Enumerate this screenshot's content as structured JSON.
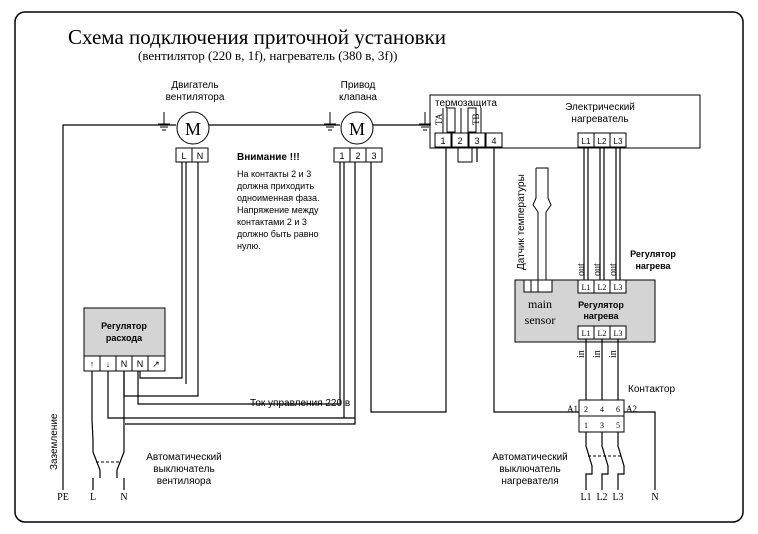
{
  "title": "Схема подключения приточной установки",
  "subtitle": "(вентилятор (220 в, 1f), нагреватель (380 в, 3f))",
  "fan_motor": {
    "label_line1": "Двигатель",
    "label_line2": "вентилятора",
    "symbol": "M",
    "terminals": [
      "L",
      "N"
    ]
  },
  "valve_drive": {
    "label_line1": "Привод",
    "label_line2": "клапана",
    "symbol": "M",
    "terminals": [
      "1",
      "2",
      "3"
    ]
  },
  "heater": {
    "thermo_label": "термозащита",
    "label_line1": "Электрический",
    "label_line2": "нагреватель",
    "terminals": [
      "1",
      "2",
      "3",
      "4"
    ],
    "tk_a": "ТА",
    "tk_b": "ТВ",
    "phase_terminals": [
      "L1",
      "L2",
      "L3"
    ]
  },
  "warning": {
    "heading": "Внимание !!!",
    "lines": [
      "На контакты 2 и 3",
      "должна приходить",
      "одноименная фаза.",
      "Напряжение между",
      "контактами 2 и 3",
      "должно быть равно",
      "нулю."
    ]
  },
  "flow_regulator": {
    "label_line1": "Регулятор",
    "label_line2": "расхода",
    "terminals": [
      "↑",
      "↓",
      "N",
      "N",
      "↗"
    ]
  },
  "temp_sensor": {
    "label": "Датчик температуры"
  },
  "heat_regulator": {
    "side_label_line1": "Регулятор",
    "side_label_line2": "нагрева",
    "label_line1": "Регулятор",
    "label_line2": "нагрева",
    "main_sensor_line1": "main",
    "main_sensor_line2": "sensor",
    "out_terminals": [
      "L1",
      "L2",
      "L3"
    ],
    "in_terminals": [
      "L1",
      "L2",
      "L3"
    ],
    "out_label": "out",
    "in_label": "in"
  },
  "control_current": "Ток управления 220 в",
  "contactor": {
    "label": "Контактор",
    "a1": "A1",
    "a2": "A2",
    "top_terminals": [
      "2",
      "4",
      "6"
    ],
    "bottom_terminals": [
      "1",
      "3",
      "5"
    ]
  },
  "grounding": "Заземление",
  "fan_breaker": {
    "line1": "Автоматический",
    "line2": "выключатель",
    "line3": "вентиляора"
  },
  "heater_breaker": {
    "line1": "Автоматический",
    "line2": "выключатель",
    "line3": "нагревателя"
  },
  "bottom_terminals_left": [
    "PE",
    "L",
    "N"
  ],
  "bottom_terminals_right": [
    "L1",
    "L2",
    "L3",
    "N"
  ]
}
